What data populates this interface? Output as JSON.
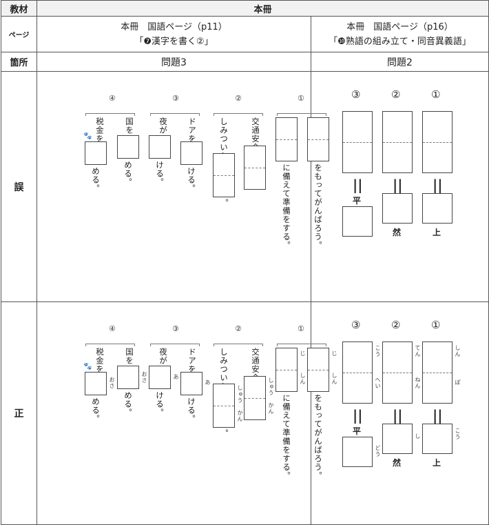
{
  "header": {
    "col1": "教材",
    "col2": "本冊"
  },
  "page_row": {
    "label": "ページ",
    "left_line1": "本冊　国語ページ（p11）",
    "left_line2": "「❼漢字を書く②」",
    "right_line1": "本冊　国語ページ（p16）",
    "right_line2": "「❿熟語の組み立て・同音異義語」"
  },
  "section_row": {
    "label": "箇所",
    "left": "問題3",
    "right": "問題2"
  },
  "rows": {
    "wrong": "誤",
    "right": "正"
  },
  "q3": {
    "nums": [
      "④",
      "③",
      "②",
      "①"
    ],
    "p4a": "税金を",
    "p4a_end": "める。",
    "p4b": "国を",
    "p4b_end": "める。",
    "p3a": "夜が",
    "p3a_end": "ける。",
    "p3b": "ドアを",
    "p3b_end": "ける。",
    "p2a": "しみついた",
    "p2a_end": "。",
    "p2b": "交通安全",
    "p1a_end": "に備えて準備をする。",
    "p1b_end": "をもってがんばろう。",
    "ruby": {
      "p4a": "おさ",
      "p4b": "おさ",
      "p3a": "あ",
      "p3b": "あ",
      "p2a_top": "しゅう",
      "p2a_bot": "かん",
      "p2b_top": "しゅう",
      "p2b_bot": "かん",
      "p1a_top": "じ",
      "p1a_bot": "しん",
      "p1b_top": "じ",
      "p1b_bot": "しん"
    }
  },
  "q2": {
    "nums": [
      "③",
      "②",
      "①"
    ],
    "eq": "||",
    "k3": "平",
    "k2": "然",
    "k1": "上",
    "ruby": {
      "r3_top": "こう",
      "r3_bot": "へい",
      "r2_top": "てん",
      "r2_bot": "ねん",
      "r1_top": "しん",
      "r1_bot": "ぽ",
      "s3": "どう",
      "s2": "し",
      "s1": "こう"
    }
  }
}
